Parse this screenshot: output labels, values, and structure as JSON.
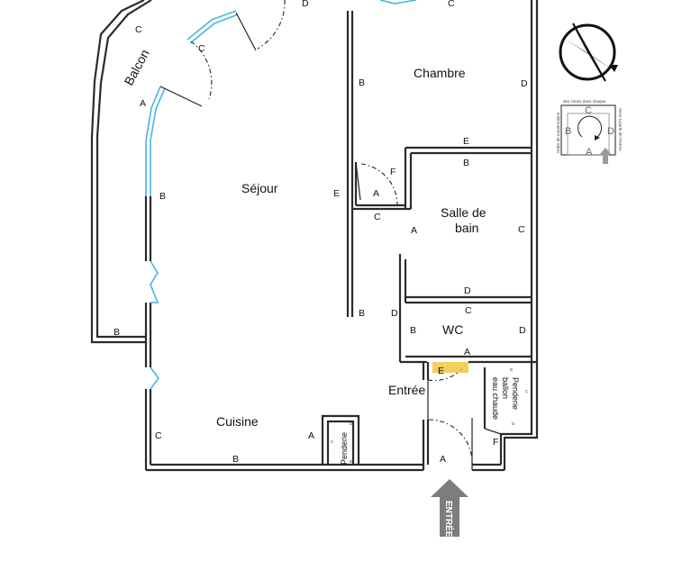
{
  "rooms": {
    "sejour": "Séjour",
    "chambre": "Chambre",
    "salle_de_bain_line1": "Salle de",
    "salle_de_bain_line2": "bain",
    "wc": "WC",
    "entree": "Entrée",
    "cuisine": "Cuisine",
    "balcon": "Balcon",
    "penderie_small": "Penderie",
    "penderie_ballon_line1": "Penderie",
    "penderie_ballon_line2": "ballon",
    "penderie_ballon_line3": "eau chaude"
  },
  "wall_letters": {
    "A": "A",
    "B": "B",
    "C": "C",
    "D": "D",
    "E": "E",
    "F": "F"
  },
  "entrance_arrow": "ENTRÉE",
  "legend": {
    "top_text": "des zones dans chaque",
    "left_text_1": "Ordre de numérotation",
    "right_text_1": "Sens à partir de l'entrée"
  },
  "colors": {
    "wall": "#2b2b2b",
    "window": "#48b6df",
    "highlight": "#f4c542",
    "arrow": "#777777"
  }
}
